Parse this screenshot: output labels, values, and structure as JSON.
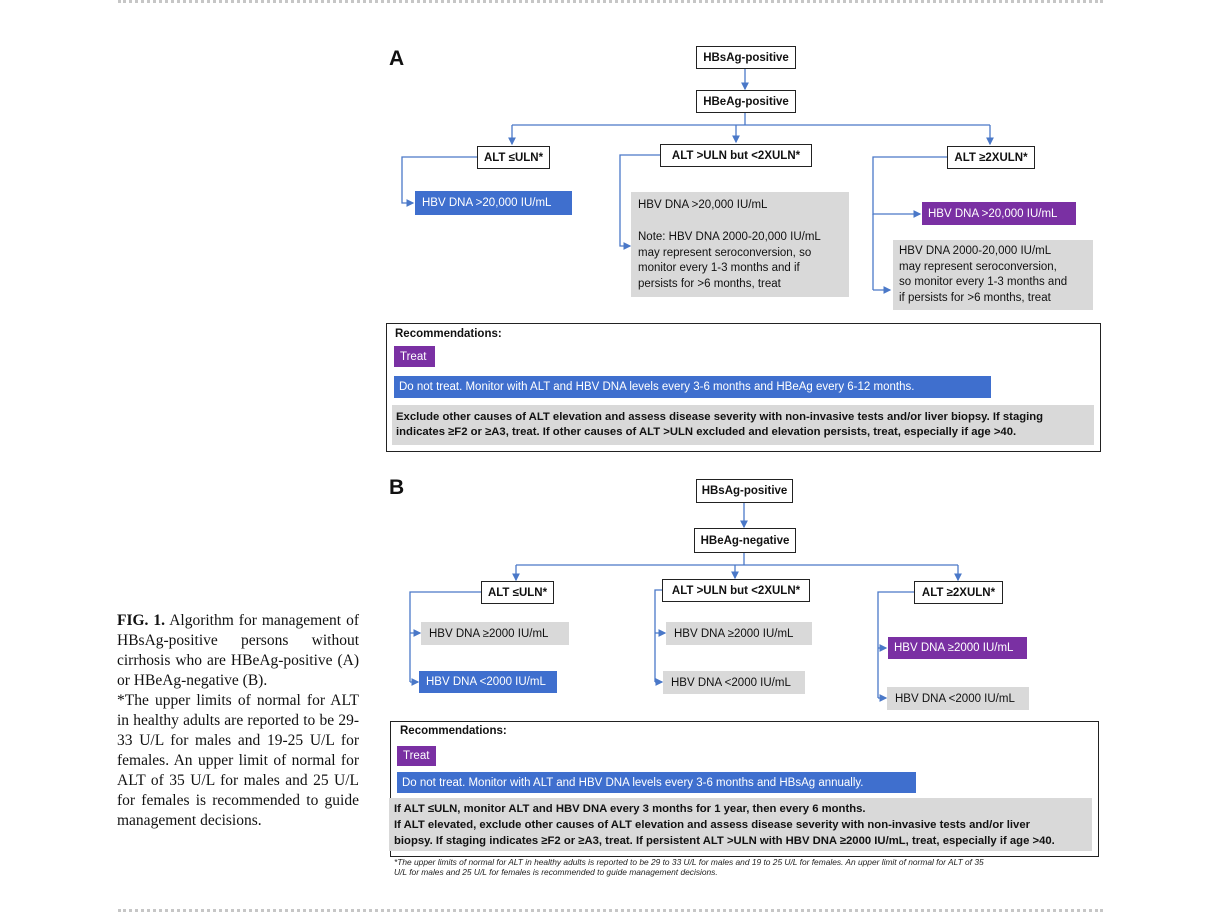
{
  "figure": {
    "panel_a": {
      "letter": "A",
      "root": "HBsAg-positive",
      "second": "HBeAg-positive",
      "branch_left": {
        "label": "ALT ≤ULN*",
        "result": "HBV DNA >20,000 IU/mL"
      },
      "branch_mid": {
        "label": "ALT >ULN but <2XULN*",
        "result_line": "HBV DNA >20,000 IU/mL",
        "note": [
          "Note: HBV DNA 2000-20,000 IU/mL",
          "may represent seroconversion, so",
          "monitor every 1-3 months and if",
          "persists for >6 months, treat"
        ]
      },
      "branch_right": {
        "label": "ALT ≥2XULN*",
        "result": "HBV DNA >20,000 IU/mL",
        "note": [
          "HBV DNA 2000-20,000 IU/mL",
          "may represent seroconversion,",
          "so monitor every 1-3 months and",
          "if persists for >6 months, treat"
        ]
      },
      "recommendations": {
        "title": "Recommendations:",
        "treat": "Treat",
        "do_not_treat": "Do not treat. Monitor with ALT and HBV DNA levels every 3-6 months and HBeAg every 6-12 months.",
        "exclude": [
          "Exclude other causes of ALT elevation and assess disease severity with non-invasive tests and/or liver biopsy. If staging",
          "indicates ≥F2 or ≥A3, treat. If other causes of ALT >ULN excluded and elevation persists, treat, especially if age >40."
        ]
      }
    },
    "panel_b": {
      "letter": "B",
      "root": "HBsAg-positive",
      "second": "HBeAg-negative",
      "branch_left": {
        "label": "ALT ≤ULN*",
        "result_hi": "HBV DNA ≥2000 IU/mL",
        "result_lo": "HBV DNA <2000 IU/mL"
      },
      "branch_mid": {
        "label": "ALT >ULN but <2XULN*",
        "result_hi": "HBV DNA ≥2000 IU/mL",
        "result_lo": "HBV DNA <2000 IU/mL"
      },
      "branch_right": {
        "label": "ALT ≥2XULN*",
        "result_hi": "HBV DNA ≥2000 IU/mL",
        "result_lo": "HBV DNA <2000 IU/mL"
      },
      "recommendations": {
        "title": "Recommendations:",
        "treat": "Treat",
        "do_not_treat": "Do not treat. Monitor with ALT and HBV DNA levels every 3-6 months and HBsAg annually.",
        "exclude": [
          "If ALT ≤ULN, monitor ALT and HBV DNA every 3 months for 1 year, then every 6 months.",
          "If ALT elevated, exclude other causes of ALT elevation and assess disease severity with non-invasive tests and/or liver",
          "biopsy. If staging indicates ≥F2 or ≥A3, treat. If persistent ALT >ULN with HBV DNA ≥2000 IU/mL, treat, especially if age >40."
        ]
      },
      "footnote": [
        "*The upper limits of normal for ALT in healthy adults is reported to be 29 to 33 U/L for males and 19 to 25 U/L for females. An upper limit of normal for ALT of 35",
        "U/L for males and 25 U/L for females is recommended to guide management decisions."
      ]
    }
  },
  "caption": {
    "label": "FIG. 1.",
    "text": "Algorithm for management of HBsAg-positive persons without cirrhosis who are HBeAg-positive (A) or HBeAg-negative (B).",
    "note": "*The upper limits of normal for ALT in healthy adults are reported to be 29-33 U/L for males and 19-25 U/L for females. An upper limit of normal for ALT of 35 U/L for males and 25 U/L for females is recommended to guide management decisions."
  },
  "colors": {
    "blue": "#3f6fce",
    "purple": "#7a30a3",
    "gray": "#d9d9d9",
    "connector": "#4a78c8"
  }
}
